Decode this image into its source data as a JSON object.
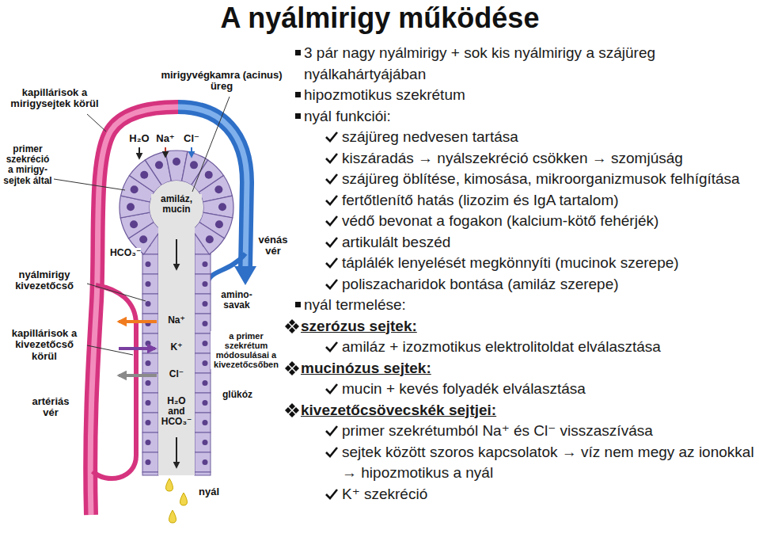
{
  "diagram": {
    "title": "A nyálmirigy működése",
    "labels": [
      "kapillárisok a mirigysejtek körül",
      "mirigyvégkamra (acinus) üreg",
      "primer szekréció a mirigy- sejtek által",
      "H₂O",
      "Na⁺",
      "Cl⁻",
      "amiláz, mucin",
      "HCO₃⁻",
      "nyálmirigy kivezetőcső",
      "vénás vér",
      "amino- savak",
      "Na⁺",
      "K⁺",
      "kapillárisok a kivezetőcső körül",
      "a primer szekrétum módosulásai a kivezetőcsőben",
      "Cl⁻",
      "glükóz",
      "H₂O and HCO₃⁻",
      "artériás vér",
      "nyál",
      "3 pár nagy nyálmirigy + sok kis nyálmirigy a szájüreg nyálkahártyájában",
      "hipozmotikus szekrétum",
      "nyál funkciói:",
      "szájüreg nedvesen tartása",
      "kiszáradás → nyálszekréció csökken → szomjúság",
      "szájüreg öblítése, kimosása, mikroorganizmusok felhígítása",
      "fertőtlenítő hatás (lizozim és IgA tartalom)",
      "védő bevonat a fogakon (kalcium-kötő fehérjék)",
      "artikulált beszéd",
      "táplálék lenyelését megkönnyíti (mucinok szerepe)",
      "poliszacharidok bontása (amiláz szerepe)",
      "nyál termelése:",
      "szerózus sejtek:",
      "amiláz + izozmotikus elektrolitoldat elválasztása",
      "mucinózus sejtek:",
      "mucin + kevés folyadék elválasztása",
      "kivezetőcsövecskék sejtjei:",
      "primer szekrétumból Na⁺ és Cl⁻ visszaszívása",
      "sejtek között szoros kapcsolatok → víz nem megy az ionokkal → hipozmotikus a nyál",
      "K⁺ szekréció"
    ]
  }
}
